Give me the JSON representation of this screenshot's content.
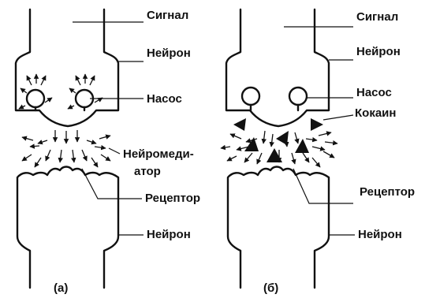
{
  "panel_a": {
    "caption": "(а)",
    "labels": {
      "signal": "Сигнал",
      "neuron_top": "Нейрон",
      "pump": "Насос",
      "neurotransmitter_1": "Нейромеди-",
      "neurotransmitter_2": "атор",
      "receptor": "Рецептор",
      "neuron_bottom": "Нейрон"
    }
  },
  "panel_b": {
    "caption": "(б)",
    "labels": {
      "signal": "Сигнал",
      "neuron_top": "Нейрон",
      "pump": "Насос",
      "cocaine": "Кокаин",
      "receptor": "Рецептор",
      "neuron_bottom": "Нейрон"
    }
  }
}
